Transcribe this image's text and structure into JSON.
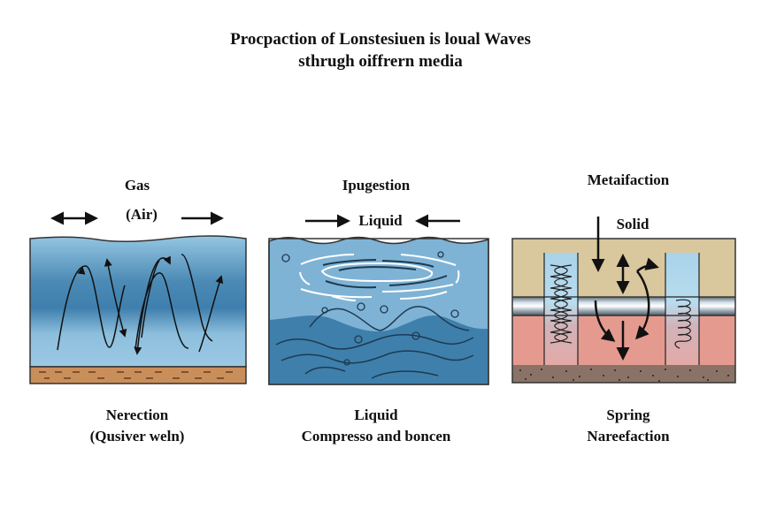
{
  "title": {
    "line1": "Procpaction of Lonstesiuen is loual Waves",
    "line2": "sthrugh oiffrern media"
  },
  "panels": [
    {
      "id": "gas",
      "top_label": "Gas",
      "medium_label": "(Air)",
      "bottom_label_line1": "Nerection",
      "bottom_label_line2": "(Qusiver weln)",
      "colors": {
        "fill_light": "#8fc0dd",
        "fill_dark": "#4c8bb6",
        "ground": "#c98f5b",
        "ground_marks": "#6a3b1e"
      }
    },
    {
      "id": "liquid",
      "top_label": "Ipugestion",
      "medium_label": "Liquid",
      "bottom_label_line1": "Liquid",
      "bottom_label_line2": "Compresso and boncen",
      "colors": {
        "upper": "#7fb3d5",
        "lower": "#3f7fab",
        "ripple": "#ffffff"
      }
    },
    {
      "id": "solid",
      "top_label": "Metaifaction",
      "medium_label": "Solid",
      "bottom_label_line1": "Spring",
      "bottom_label_line2": "Nareefaction",
      "colors": {
        "upper": "#d9c79d",
        "lower": "#e59a8f",
        "rod": "#c7d3dc",
        "column": "#a9d3ea",
        "ground": "#8a7366"
      }
    }
  ]
}
